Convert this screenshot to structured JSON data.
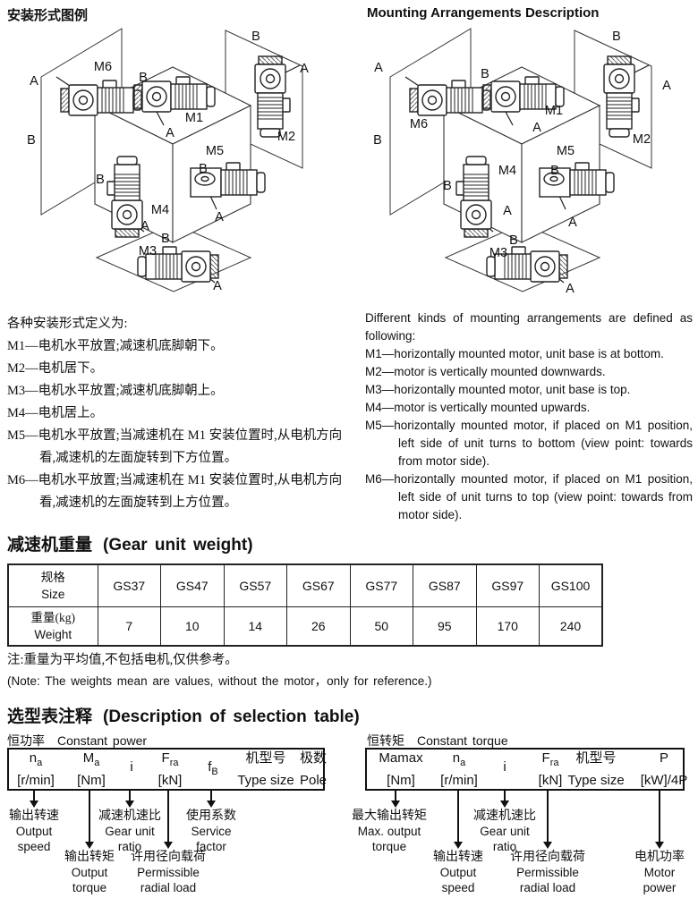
{
  "top": {
    "left_title": "安装形式图例",
    "right_title": "Mounting Arrangements Description",
    "labels": {
      "m1": "M1",
      "m2": "M2",
      "m3": "M3",
      "m4": "M4",
      "m5": "M5",
      "m6": "M6",
      "a": "A",
      "b": "B"
    }
  },
  "definitions_zh": {
    "intro": "各种安装形式定义为:",
    "items": [
      "M1—电机水平放置;减速机底脚朝下。",
      "M2—电机居下。",
      "M3—电机水平放置;减速机底脚朝上。",
      "M4—电机居上。",
      "M5—电机水平放置;当减速机在 M1 安装位置时,从电机方向看,减速机的左面旋转到下方位置。",
      "M6—电机水平放置;当减速机在 M1 安装位置时,从电机方向看,减速机的左面旋转到上方位置。"
    ]
  },
  "definitions_en": {
    "intro": "Different kinds of mounting arrangements are defined as following:",
    "items": [
      "M1—horizontally mounted motor, unit base is at bottom.",
      "M2—motor is vertically mounted downwards.",
      "M3—horizontally mounted motor, unit base is top.",
      "M4—motor is vertically mounted upwards.",
      "M5—horizontally mounted motor, if placed on M1 position, left side of unit turns to bottom (view point: towards from motor side).",
      "M6—horizontally mounted motor, if placed on M1 position, left side of unit turns to top (view point: towards from motor side)."
    ]
  },
  "weight_section": {
    "title_zh": "减速机重量",
    "title_en": "(Gear unit weight)",
    "table": {
      "header_zh": "规格",
      "header_en": "Size",
      "sizes": [
        "GS37",
        "GS47",
        "GS57",
        "GS67",
        "GS77",
        "GS87",
        "GS97",
        "GS100"
      ],
      "row_zh": "重量(kg)",
      "row_en": "Weight",
      "weights": [
        "7",
        "10",
        "14",
        "26",
        "50",
        "95",
        "170",
        "240"
      ]
    },
    "note_zh": "注:重量为平均值,不包括电机,仅供参考。",
    "note_en": "(Note: The weights mean are values, without the motor，only for reference.)"
  },
  "selection_section": {
    "title_zh": "选型表注释",
    "title_en": "(Description of selection table)",
    "constant_power": {
      "label_zh": "恒功率",
      "label_en": "Constant power",
      "cols": [
        {
          "sym": "n",
          "sub": "a",
          "unit": "[r/min]"
        },
        {
          "sym": "M",
          "sub": "a",
          "unit": "[Nm]"
        },
        {
          "sym": "i",
          "sub": "",
          "unit": ""
        },
        {
          "sym": "F",
          "sub": "ra",
          "unit": "[kN]"
        },
        {
          "sym": "f",
          "sub": "B",
          "unit": ""
        },
        {
          "sym": "机型号",
          "sub": "",
          "unit": "Type size"
        },
        {
          "sym": "极数",
          "sub": "",
          "unit": "Pole"
        }
      ],
      "callouts": [
        {
          "zh": "输出转速",
          "en1": "Output",
          "en2": "speed"
        },
        {
          "zh": "输出转矩",
          "en1": "Output",
          "en2": "torque"
        },
        {
          "zh": "减速机速比",
          "en1": "Gear unit",
          "en2": "ratio"
        },
        {
          "zh": "许用径向载荷",
          "en1": "Permissible",
          "en2": "radial load"
        },
        {
          "zh": "使用系数",
          "en1": "Service",
          "en2": "factor"
        }
      ]
    },
    "constant_torque": {
      "label_zh": "恒转矩",
      "label_en": "Constant torque",
      "cols": [
        {
          "sym": "Mamax",
          "sub": "",
          "unit": "[Nm]"
        },
        {
          "sym": "n",
          "sub": "a",
          "unit": "[r/min]"
        },
        {
          "sym": "i",
          "sub": "",
          "unit": ""
        },
        {
          "sym": "F",
          "sub": "ra",
          "unit": "[kN]"
        },
        {
          "sym": "机型号",
          "sub": "",
          "unit": "Type size"
        },
        {
          "sym": "P",
          "sub": "",
          "unit": "[kW]/4P"
        }
      ],
      "callouts": [
        {
          "zh": "最大输出转矩",
          "en1": "Max. output",
          "en2": "torque"
        },
        {
          "zh": "输出转速",
          "en1": "Output",
          "en2": "speed"
        },
        {
          "zh": "减速机速比",
          "en1": "Gear unit",
          "en2": "ratio"
        },
        {
          "zh": "许用径向载荷",
          "en1": "Permissible",
          "en2": "radial load"
        },
        {
          "zh": "电机功率",
          "en1": "Motor",
          "en2": "power"
        }
      ]
    }
  }
}
